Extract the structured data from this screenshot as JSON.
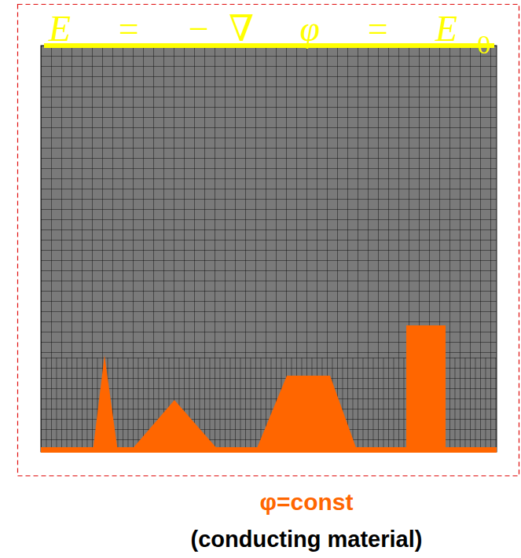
{
  "diagram": {
    "labels": [
      "E = −∇ φ = E",
      "0",
      "φ=const",
      "(conducting material)"
    ]
  }
}
